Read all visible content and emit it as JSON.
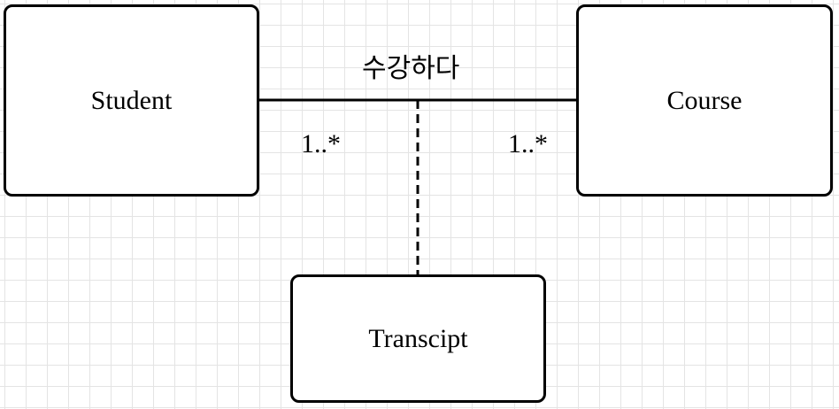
{
  "diagram": {
    "classes": {
      "student": "Student",
      "course": "Course",
      "transcript": "Transcipt"
    },
    "association": {
      "name": "수강하다",
      "multiplicity_left": "1..*",
      "multiplicity_right": "1..*",
      "association_class": "Transcipt",
      "association_class_link": "dashed"
    }
  }
}
